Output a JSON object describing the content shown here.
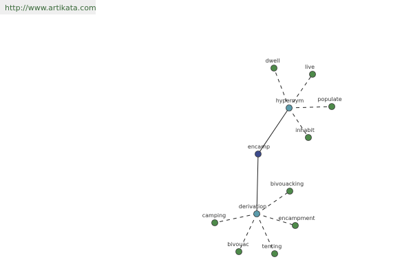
{
  "header": {
    "url": "http://www.artikata.com"
  },
  "colors": {
    "center": "#3c4a8c",
    "hub": "#5b9bab",
    "leaf": "#4e8a4a",
    "edge": "#222222",
    "url_bg": "#efefef"
  },
  "graph": {
    "center": {
      "id": "encamp",
      "label": "encamp"
    },
    "hubs": [
      {
        "id": "hypernym",
        "label": "hypernym"
      },
      {
        "id": "derivation",
        "label": "derivation"
      }
    ],
    "leaves": [
      {
        "id": "dwell",
        "label": "dwell",
        "hub": "hypernym"
      },
      {
        "id": "live",
        "label": "live",
        "hub": "hypernym"
      },
      {
        "id": "populate",
        "label": "populate",
        "hub": "hypernym"
      },
      {
        "id": "inhabit",
        "label": "inhabit",
        "hub": "hypernym"
      },
      {
        "id": "bivouacking",
        "label": "bivouacking",
        "hub": "derivation"
      },
      {
        "id": "encampment",
        "label": "encampment",
        "hub": "derivation"
      },
      {
        "id": "camping",
        "label": "camping",
        "hub": "derivation"
      },
      {
        "id": "bivouac",
        "label": "bivouac",
        "hub": "derivation"
      },
      {
        "id": "tenting",
        "label": "tenting",
        "hub": "derivation"
      }
    ]
  }
}
